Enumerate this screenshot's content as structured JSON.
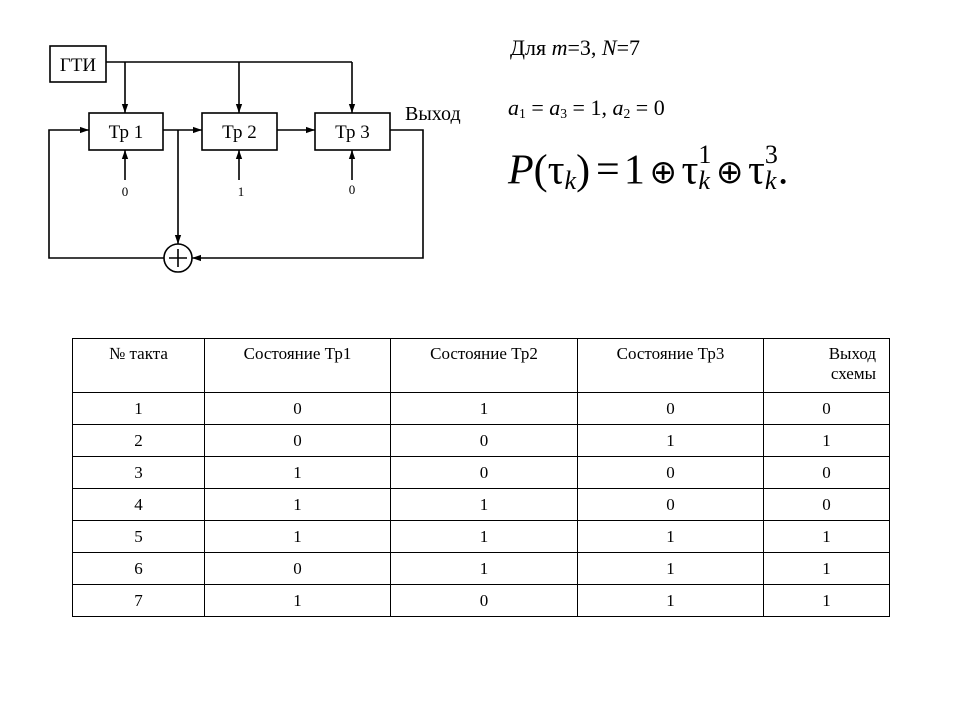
{
  "diagram": {
    "clock_label": "ГТИ",
    "registers": [
      "Тр 1",
      "Тр 2",
      "Тр 3"
    ],
    "initial_states": [
      "0",
      "1",
      "0"
    ],
    "output_label": "Выход"
  },
  "formulas": {
    "params": [
      "Для ",
      "m",
      "=3, ",
      "N",
      "=7"
    ],
    "coeffs": [
      "a",
      "1",
      " = ",
      "a",
      "3",
      " = 1, ",
      "a",
      "2",
      " = 0"
    ],
    "polynomial": [
      "P",
      "(",
      "τ",
      "k",
      ")",
      "=",
      "1",
      "⊕",
      "τ",
      "1",
      "k",
      "⊕",
      "τ",
      "3",
      "k",
      "."
    ]
  },
  "table": {
    "headers": [
      "№ такта",
      "Состояние Тр1",
      "Состояние Тр2",
      "Состояние Тр3",
      "Выход схемы"
    ],
    "rows": [
      [
        "1",
        "0",
        "1",
        "0",
        "0"
      ],
      [
        "2",
        "0",
        "0",
        "1",
        "1"
      ],
      [
        "3",
        "1",
        "0",
        "0",
        "0"
      ],
      [
        "4",
        "1",
        "1",
        "0",
        "0"
      ],
      [
        "5",
        "1",
        "1",
        "1",
        "1"
      ],
      [
        "6",
        "0",
        "1",
        "1",
        "1"
      ],
      [
        "7",
        "1",
        "0",
        "1",
        "1"
      ]
    ]
  }
}
